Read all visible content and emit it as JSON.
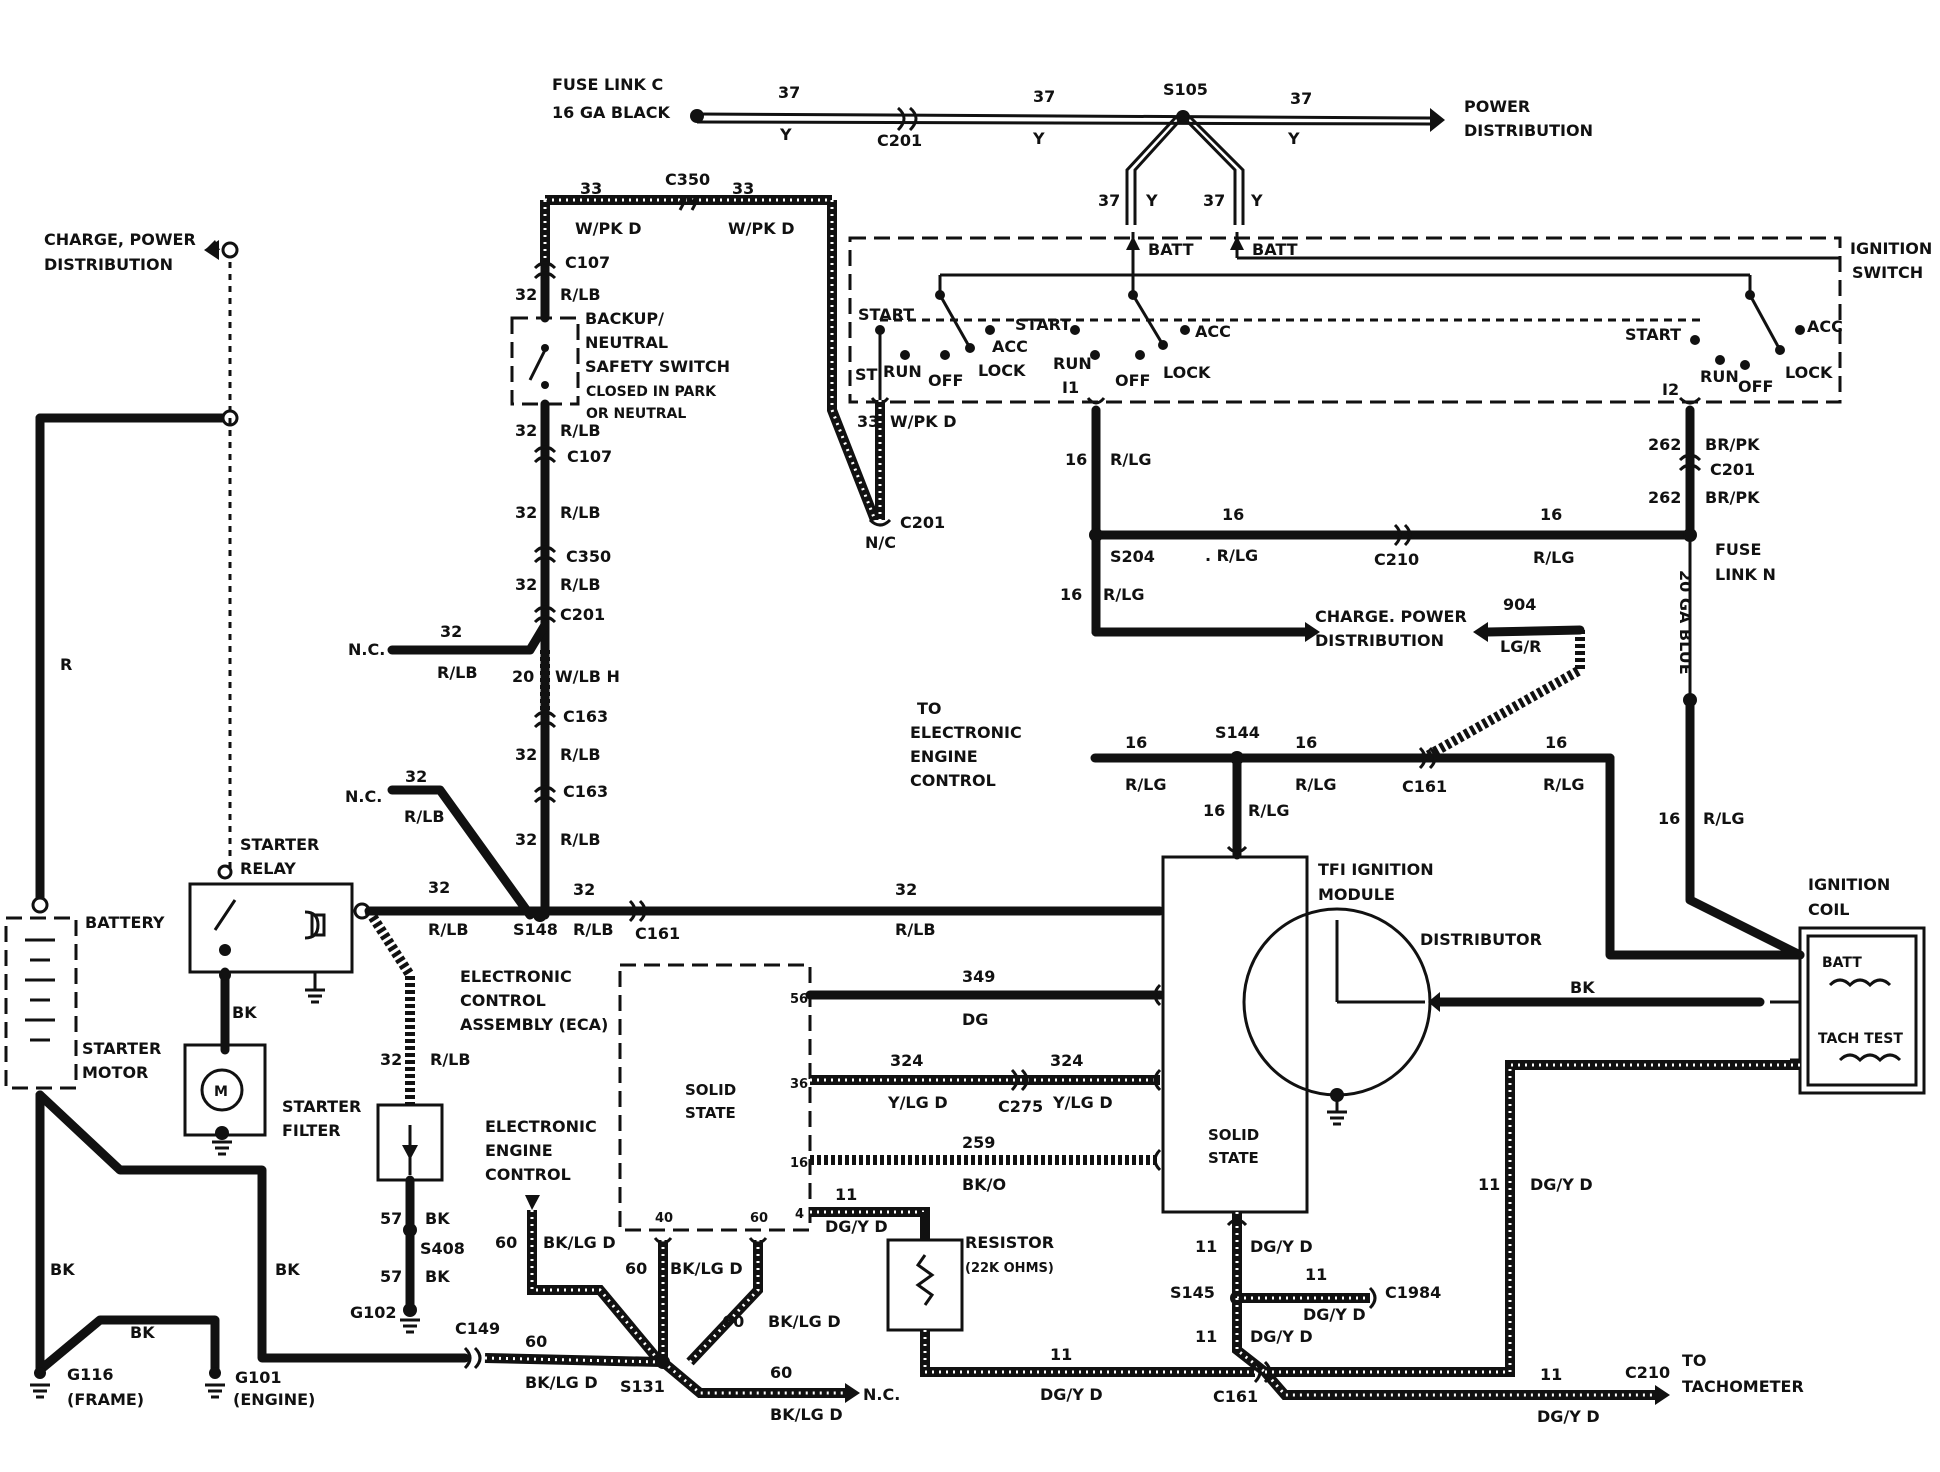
{
  "labels": {
    "fuse_link_c": "FUSE LINK C",
    "ga_black": "16 GA BLACK",
    "power_dist_top": "POWER",
    "power_dist_top2": "DISTRIBUTION",
    "c201_top": "C201",
    "s105": "S105",
    "charge_power_left": "CHARGE, POWER",
    "distribution_left": "DISTRIBUTION",
    "c350_top": "C350",
    "c107_a": "C107",
    "backup_switch1": "BACKUP/",
    "backup_switch2": "NEUTRAL",
    "backup_switch3": "SAFETY SWITCH",
    "closed_park1": "CLOSED IN PARK",
    "closed_park2": "OR NEUTRAL",
    "c107_b": "C107",
    "c350_mid": "C350",
    "c201_mid": "C201",
    "c163_a": "C163",
    "c163_b": "C163",
    "nc_a": "N.C.",
    "nc_b": "N.C.",
    "ignition_switch1": "IGNITION",
    "ignition_switch2": "SWITCH",
    "batt_a": "BATT",
    "batt_b": "BATT",
    "start_a": "START",
    "st": "ST",
    "run_a": "RUN",
    "off_a": "OFF",
    "acc_a": "ACC",
    "lock_a": "LOCK",
    "start_b": "START",
    "run_b": "RUN",
    "off_b": "OFF",
    "acc_b": "ACC",
    "lock_b": "LOCK",
    "i1": "I1",
    "start_c": "START",
    "run_c": "RUN",
    "off_c": "OFF",
    "acc_c": "ACC",
    "lock_c": "LOCK",
    "i2": "I2",
    "c201_right": "C201",
    "c201_nc": "C201",
    "nc_c": "N/C",
    "s204": "S204",
    "c210_a": "C210",
    "fuse_link_n1": "FUSE",
    "fuse_link_n2": "LINK N",
    "ga_blue": "20 GA BLUE",
    "charge_power_mid1": "CHARGE. POWER",
    "charge_power_mid2": "DISTRIBUTION",
    "to_eec1": "TO",
    "to_eec2": "ELECTRONIC",
    "to_eec3": "ENGINE",
    "to_eec4": "CONTROL",
    "s144": "S144",
    "c161_a": "C161",
    "tfi1": "TFI IGNITION",
    "tfi2": "MODULE",
    "distributor": "DISTRIBUTOR",
    "ignition_coil1": "IGNITION",
    "ignition_coil2": "COIL",
    "coil_batt": "BATT",
    "tach_test": "TACH TEST",
    "starter_relay1": "STARTER",
    "starter_relay2": "RELAY",
    "battery": "BATTERY",
    "starter_motor1": "STARTER",
    "starter_motor2": "MOTOR",
    "s148": "S148",
    "c161_b": "C161",
    "eca1": "ELECTRONIC",
    "eca2": "CONTROL",
    "eca3": "ASSEMBLY (ECA)",
    "solid_state_a1": "SOLID",
    "solid_state_a2": "STATE",
    "solid_state_b1": "SOLID",
    "solid_state_b2": "STATE",
    "c275": "C275",
    "starter_filter1": "STARTER",
    "starter_filter2": "FILTER",
    "eec_ctrl1": "ELECTRONIC",
    "eec_ctrl2": "ENGINE",
    "eec_ctrl3": "CONTROL",
    "resistor": "RESISTOR",
    "resistor_ohms": "(22K OHMS)",
    "s408": "S408",
    "g102": "G102",
    "c149": "C149",
    "s131": "S131",
    "nc_d": "N.C.",
    "s145": "S145",
    "c1984": "C1984",
    "c161_c": "C161",
    "c210_b": "C210",
    "to_tach1": "TO",
    "to_tach2": "TACHOMETER",
    "g116": "G116",
    "frame": "(FRAME)",
    "g101": "G101",
    "engine": "(ENGINE)",
    "motor_m": "M",
    "pin_56": "56",
    "pin_36": "36",
    "pin_16": "16",
    "pin_4": "4",
    "pin_40": "40",
    "pin_60": "60"
  },
  "wires": {
    "w37": "37",
    "y": "Y",
    "w33": "33",
    "wpkd": "W/PK D",
    "w32": "32",
    "rlb": "R/LB",
    "w20": "20",
    "wlbh": "W/LB H",
    "w16": "16",
    "rlg": "R/LG",
    "rlg_dot": ". R/LG",
    "w262": "262",
    "brpk": "BR/PK",
    "w904": "904",
    "lgr": "LG/R",
    "r": "R",
    "bk": "BK",
    "w349": "349",
    "dg": "DG",
    "w324": "324",
    "ylgd": "Y/LG D",
    "w259": "259",
    "bko": "BK/O",
    "w11": "11",
    "dgyd": "DG/Y D",
    "w57": "57",
    "w60": "60",
    "bklgd": "BK/LG D"
  }
}
